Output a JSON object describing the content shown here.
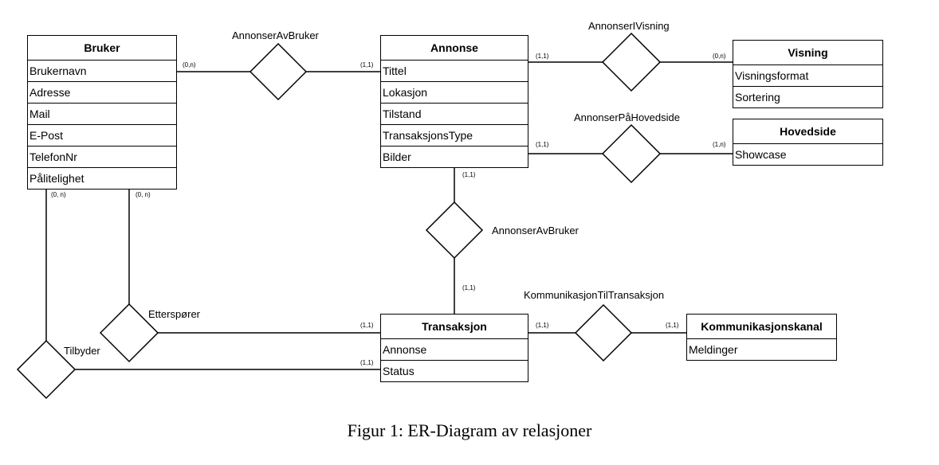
{
  "entities": {
    "bruker": {
      "title": "Bruker",
      "attributes": [
        "Brukernavn",
        "Adresse",
        "Mail",
        "E-Post",
        "TelefonNr",
        "Pålitelighet"
      ]
    },
    "annonse": {
      "title": "Annonse",
      "attributes": [
        "Tittel",
        "Lokasjon",
        "Tilstand",
        "TransaksjonsType",
        "Bilder"
      ]
    },
    "visning": {
      "title": "Visning",
      "attributes": [
        "Visningsformat",
        "Sortering"
      ]
    },
    "hovedside": {
      "title": "Hovedside",
      "attributes": [
        "Showcase"
      ]
    },
    "transaksjon": {
      "title": "Transaksjon",
      "attributes": [
        "Annonse",
        "Status"
      ]
    },
    "kommunikasjonskanal": {
      "title": "Kommunikasjonskanal",
      "attributes": [
        "Meldinger"
      ]
    }
  },
  "relationships": {
    "annonser_av_bruker_top": "AnnonserAvBruker",
    "annonser_i_visning": "AnnonserIVisning",
    "annonser_pa_hovedside": "AnnonserPåHovedside",
    "annonser_av_bruker_mid": "AnnonserAvBruker",
    "kommunikasjon_til_transaksjon": "KommunikasjonTilTransaksjon",
    "ettersporer": "Etterspører",
    "tilbyder": "Tilbyder"
  },
  "cardinalities": {
    "bruker_annonser": "(0,n)",
    "annonse_bruker": "(1,1)",
    "annonse_visning": "(1,1)",
    "visning_annonse": "(0,n)",
    "annonse_hovedside": "(1,1)",
    "hovedside_annonse": "(1,n)",
    "annonse_transaksjon": "(1,1)",
    "transaksjon_annonse": "(1,1)",
    "bruker_tilbyder": "(0, n)",
    "bruker_ettersporer": "(0, n)",
    "transaksjon_ettersporer": "(1,1)",
    "transaksjon_tilbyder": "(1,1)",
    "transaksjon_kanal": "(1,1)",
    "kanal_transaksjon": "(1,1)"
  },
  "caption": "Figur 1: ER-Diagram av relasjoner"
}
